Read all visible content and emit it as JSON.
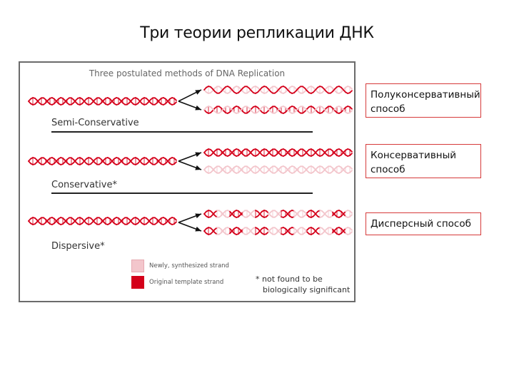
{
  "slide_title": "Три теории репликации ДНК",
  "figure": {
    "title": "Three postulated methods of DNA Replication",
    "methods": [
      {
        "label": "Semi-Conservative",
        "result_strands": [
          [
            "new",
            "old"
          ],
          [
            "old",
            "new"
          ]
        ]
      },
      {
        "label": "Conservative*",
        "result_strands": [
          [
            "old",
            "old"
          ],
          [
            "new",
            "new"
          ]
        ]
      },
      {
        "label": "Dispersive*",
        "result_strands": [
          [
            "mixed",
            "mixed"
          ],
          [
            "mixed",
            "mixed"
          ]
        ]
      }
    ],
    "legend": [
      {
        "label": "Newly, synthesized strand",
        "color": "#f3c6cc"
      },
      {
        "label": "Original template strand",
        "color": "#d4001a"
      }
    ],
    "footnote_line1": "* not found to be",
    "footnote_line2": "biologically significant"
  },
  "callouts": [
    {
      "text": "Полуконсервативный способ"
    },
    {
      "text": "Консервативный способ"
    },
    {
      "text": "Дисперсный способ"
    }
  ],
  "colors": {
    "old": "#d4001a",
    "new": "#f3c6cc",
    "callout_border": "#d63a3a"
  }
}
